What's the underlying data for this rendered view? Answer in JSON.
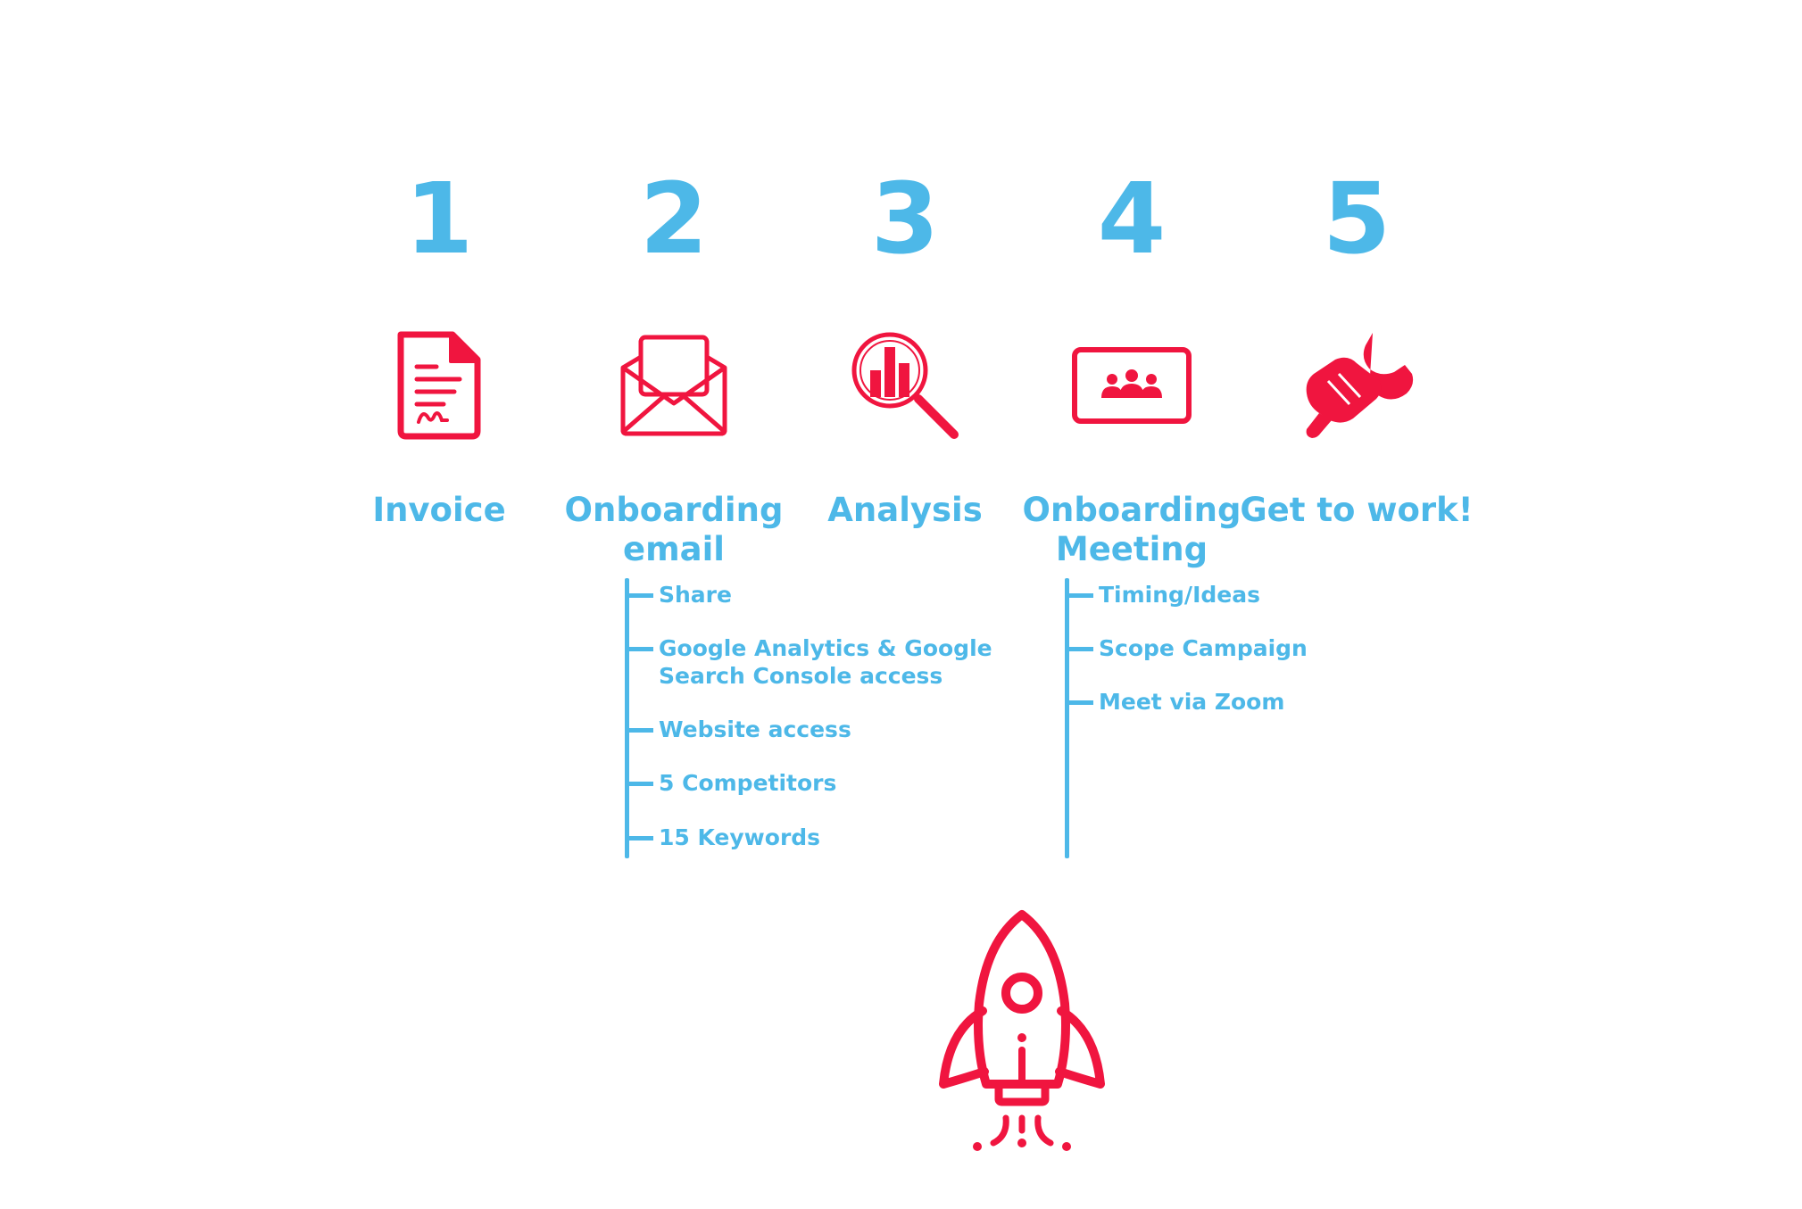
{
  "colors": {
    "accent_blue": "#4db8e8",
    "accent_red": "#f0153f"
  },
  "steps": [
    {
      "number": "1",
      "label": "Invoice",
      "icon": "invoice-icon"
    },
    {
      "number": "2",
      "label": "Onboarding\nemail",
      "icon": "email-icon"
    },
    {
      "number": "3",
      "label": "Analysis",
      "icon": "analysis-icon"
    },
    {
      "number": "4",
      "label": "Onboarding\nMeeting",
      "icon": "meeting-icon"
    },
    {
      "number": "5",
      "label": "Get to work!",
      "icon": "wrench-icon"
    }
  ],
  "onboarding_email_items": [
    "Share",
    "Google Analytics & Google\nSearch Console access",
    "Website access",
    "5 Competitors",
    "15 Keywords"
  ],
  "onboarding_meeting_items": [
    "Timing/Ideas",
    "Scope Campaign",
    "Meet via Zoom"
  ],
  "launch_icon": "rocket-icon"
}
